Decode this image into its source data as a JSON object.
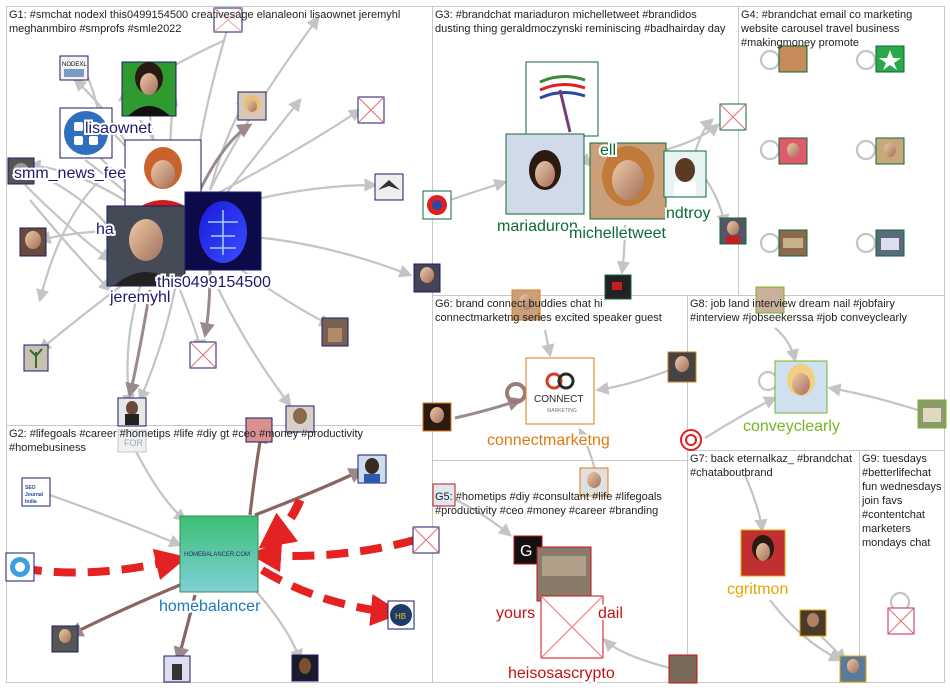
{
  "groups": [
    {
      "id": "g1",
      "text": "G1: #smchat nodexl this0499154500 creativesage elanaleoni lisaownet jeremyhl meghanmbiro #smprofs #smle2022"
    },
    {
      "id": "g2",
      "text": "G2: #lifegoals #career #hometips #life #diy gt #ceo #money #productivity #homebusiness"
    },
    {
      "id": "g3",
      "text": "G3: #brandchat mariaduron michelletweet #brandidos dusting thing geraldmoczynski reminiscing #badhairday day"
    },
    {
      "id": "g4",
      "text": "G4: #brandchat email co marketing website carousel travel business #makingmoney promote"
    },
    {
      "id": "g5",
      "text": "G5: #hometips #diy #consultant #life #lifegoals #productivity #ceo #money #career #branding"
    },
    {
      "id": "g6",
      "text": "G6: brand connect buddies chat hi connectmarketng series excited speaker guest"
    },
    {
      "id": "g7",
      "text": "G7: back eternalkaz_ #brandchat #chataboutbrand"
    },
    {
      "id": "g8",
      "text": "G8: job land interview dream nail #jobfairy #interview #jobseekerssa #job conveyclearly"
    },
    {
      "id": "g9",
      "text": "G9: tuesdays #betterlifechat fun wednesdays join favs #contentchat marketers mondays chat"
    }
  ],
  "labels": {
    "lisaownet": "lisaownet",
    "smm_news_feed": "smm_news_fee",
    "ha": "ha",
    "jeremyhl": "jeremyhl",
    "this0499154500": "this0499154500",
    "mariaduron": "mariaduron",
    "michelletweet": "michelletweet",
    "ndtroy": "ndtroy",
    "ell": "ell",
    "homebalancer": "homebalancer",
    "yours": "yours",
    "dail": "dail",
    "heisosascrypto": "heisosascrypto",
    "connectmarketng": "connectmarketng",
    "conveyclearly": "conveyclearly",
    "cgritmon": "cgritmon"
  },
  "logos": {
    "nodexl": "NODEXL",
    "seo_journal": "SEO Journal India",
    "homebalancer_site": "HOMEBALANCER.COM",
    "connect": "CONNECT",
    "connect_sub": "MARKETING",
    "hb_badge": "HB",
    "g_badge": "G",
    "for_tag": "FOR"
  },
  "colors": {
    "edge": "#c4c4c4",
    "edge_dark": "#9a8a8a",
    "edge_strong": "#8b6464",
    "edge_red": "#e52222",
    "grid": "#c8c8c8",
    "label_navy": "#1c1a6b",
    "label_green": "#0b6a36",
    "label_orange": "#e07a10",
    "label_blue": "#1a77c0",
    "label_red": "#c41212",
    "label_lime": "#76b520",
    "label_gold": "#e8a400"
  }
}
